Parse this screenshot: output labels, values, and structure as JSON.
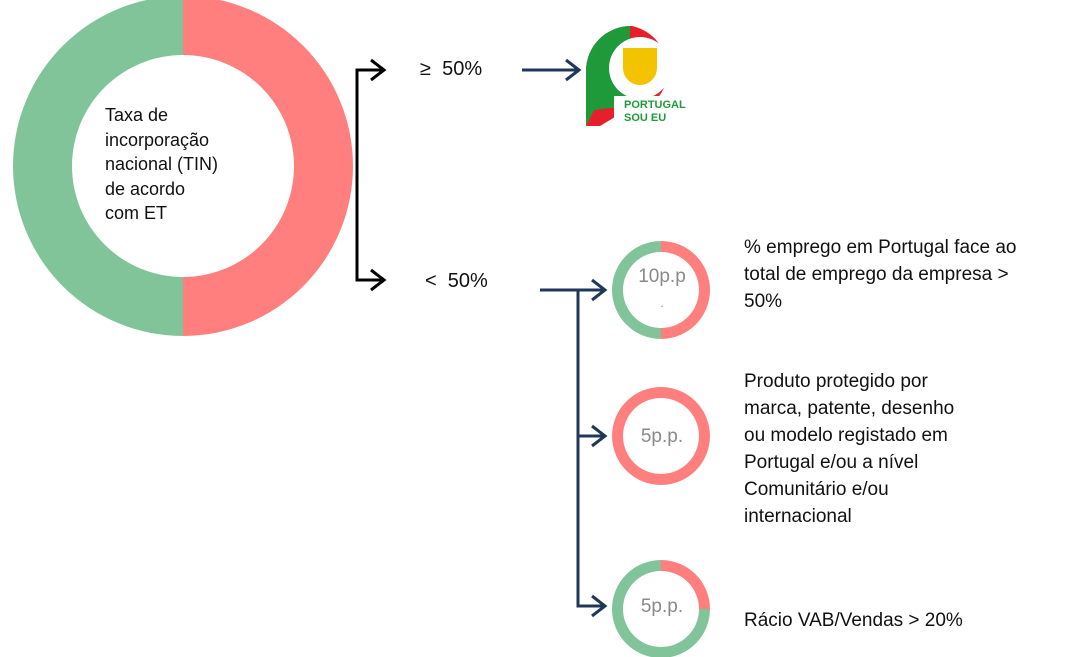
{
  "colors": {
    "green": "#82c49a",
    "red": "#ff7f7f",
    "arrow_dark": "#000000",
    "arrow_navy": "#1f3759",
    "logo_green": "#1f9a3a",
    "logo_red": "#e5202a",
    "logo_yellow": "#f3c300"
  },
  "main_donut": {
    "text_lines": [
      "Taxa de",
      "incorporação",
      "nacional (TIN)",
      "de acordo",
      "com ET"
    ],
    "green_fraction": 0.5,
    "red_fraction": 0.5
  },
  "branches": {
    "high": "≥  50%",
    "low": "<  50%"
  },
  "logo": {
    "line1": "PORTUGAL",
    "line2": "SOU EU"
  },
  "criteria": [
    {
      "label": "10p.p",
      "extra_mark": ".",
      "green_fraction": 0.5,
      "text_lines": [
        "% emprego em Portugal face ao",
        "total de emprego da empresa >",
        "50%"
      ]
    },
    {
      "label": "5p.p.",
      "green_fraction": 0.0,
      "text_lines": [
        "Produto protegido por",
        "marca, patente, desenho",
        "ou modelo registado em",
        "Portugal e/ou a nível",
        "Comunitário e/ou",
        "internacional"
      ]
    },
    {
      "label": "5p.p.",
      "green_fraction": 0.75,
      "text_lines": [
        "Rácio VAB/Vendas > 20%"
      ]
    }
  ]
}
